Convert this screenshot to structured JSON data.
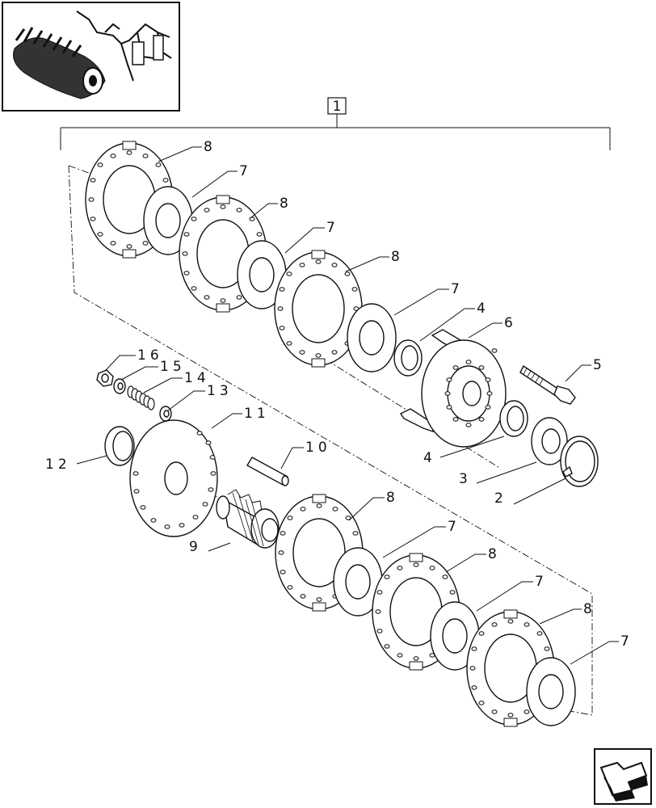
{
  "assembly_ref": "1",
  "callouts": [
    {
      "id": "c1",
      "text": "8"
    },
    {
      "id": "c2",
      "text": "7"
    },
    {
      "id": "c3",
      "text": "8"
    },
    {
      "id": "c4",
      "text": "7"
    },
    {
      "id": "c5",
      "text": "8"
    },
    {
      "id": "c6",
      "text": "7"
    },
    {
      "id": "c7",
      "text": "4"
    },
    {
      "id": "c8",
      "text": "6"
    },
    {
      "id": "c9",
      "text": "5"
    },
    {
      "id": "c10",
      "text": "16"
    },
    {
      "id": "c11",
      "text": "15"
    },
    {
      "id": "c12",
      "text": "14"
    },
    {
      "id": "c13",
      "text": "13"
    },
    {
      "id": "c14",
      "text": "11"
    },
    {
      "id": "c15",
      "text": "10"
    },
    {
      "id": "c16",
      "text": "12"
    },
    {
      "id": "c17",
      "text": "4"
    },
    {
      "id": "c18",
      "text": "3"
    },
    {
      "id": "c19",
      "text": "2"
    },
    {
      "id": "c20",
      "text": "9"
    },
    {
      "id": "c21",
      "text": "8"
    },
    {
      "id": "c22",
      "text": "7"
    },
    {
      "id": "c23",
      "text": "8"
    },
    {
      "id": "c24",
      "text": "7"
    },
    {
      "id": "c25",
      "text": "8"
    },
    {
      "id": "c26",
      "text": "7"
    }
  ],
  "icons": {
    "thumbnail": "machine-overview-icon",
    "nav": "previous-page-arrow-icon"
  }
}
